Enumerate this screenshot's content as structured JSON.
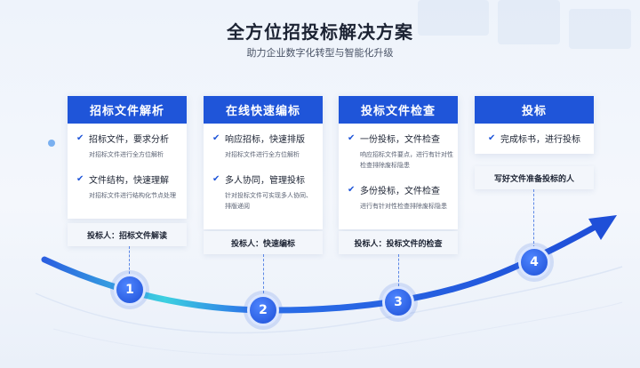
{
  "header": {
    "title": "全方位招投标解决方案",
    "subtitle": "助力企业数字化转型与智能化升级"
  },
  "steps": [
    {
      "head": "招标文件解析",
      "items": [
        {
          "title": "招标文件，要求分析",
          "desc": "对招标文件进行全方位解析"
        },
        {
          "title": "文件结构，快速理解",
          "desc": "对招标文件进行结构化节点处理"
        }
      ],
      "footer": "投标人：招标文件解读",
      "number": "1"
    },
    {
      "head": "在线快速编标",
      "items": [
        {
          "title": "响应招标，快速排版",
          "desc": "对招标文件进行全方位解析"
        },
        {
          "title": "多人协同，管理投标",
          "desc": "针对投标文件可实现多人协同、排版递阅"
        }
      ],
      "footer": "投标人：快速编标",
      "number": "2"
    },
    {
      "head": "投标文件检查",
      "items": [
        {
          "title": "一份投标，文件检查",
          "desc": "响应招标文件要点，进行有针对性检查排除废标隐患"
        },
        {
          "title": "多份投标，文件检查",
          "desc": "进行有针对性检查排除废标隐患"
        }
      ],
      "footer": "投标人：投标文件的检查",
      "number": "3"
    },
    {
      "head": "投标",
      "items": [
        {
          "title": "完成标书，进行投标",
          "desc": ""
        }
      ],
      "footer": "写好文件准备投标的人",
      "number": "4"
    }
  ],
  "icons": {
    "check": "✔",
    "check_icon_name": "checkmark-icon"
  },
  "colors": {
    "primary": "#1f55d9",
    "arrow": "#1f55d9",
    "arrow_light": "#3dd0e0"
  }
}
